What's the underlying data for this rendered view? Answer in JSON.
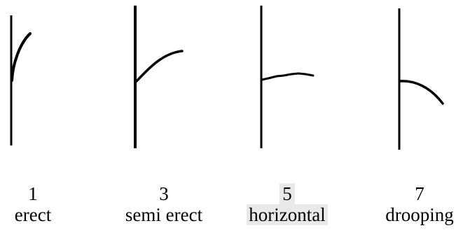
{
  "figure": {
    "items": [
      {
        "number": "1",
        "label": "erect"
      },
      {
        "number": "3",
        "label": "semi erect"
      },
      {
        "number": "5",
        "label": "horizontal",
        "highlighted": true
      },
      {
        "number": "7",
        "label": "drooping"
      }
    ],
    "colors": {
      "stroke": "#000000",
      "highlight": "#e9e9e9"
    }
  }
}
